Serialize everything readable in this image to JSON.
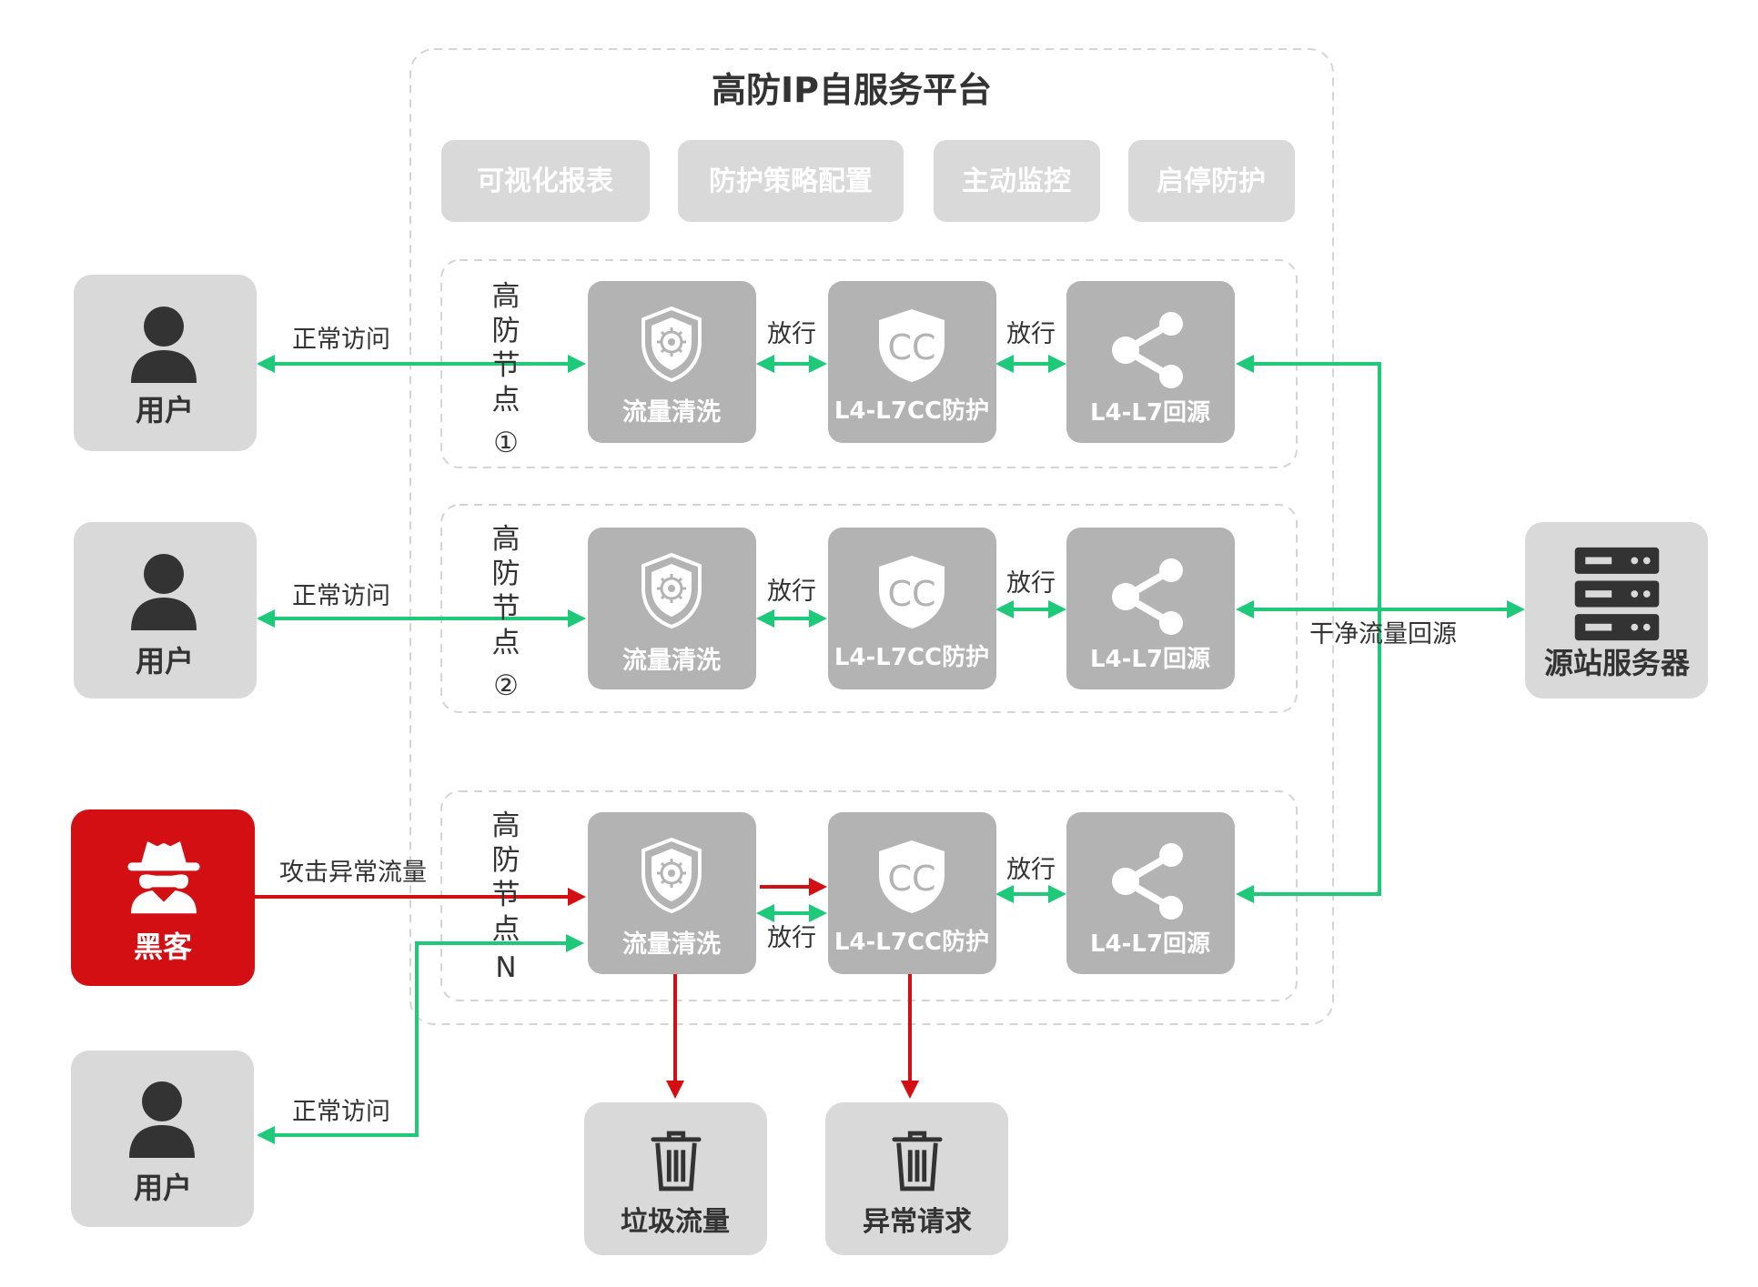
{
  "platform": {
    "title": "高防IP自服务平台",
    "features": [
      "可视化报表",
      "防护策略配置",
      "主动监控",
      "启停防护"
    ]
  },
  "nodes": [
    {
      "label_chars": [
        "高",
        "防",
        "节",
        "点",
        "①"
      ],
      "modules": [
        "流量清洗",
        "L4-L7CC防护",
        "L4-L7回源"
      ],
      "pass_labels": [
        "放行",
        "放行"
      ]
    },
    {
      "label_chars": [
        "高",
        "防",
        "节",
        "点",
        "②"
      ],
      "modules": [
        "流量清洗",
        "L4-L7CC防护",
        "L4-L7回源"
      ],
      "pass_labels": [
        "放行",
        "放行"
      ]
    },
    {
      "label_chars": [
        "高",
        "防",
        "节",
        "点",
        "N"
      ],
      "modules": [
        "流量清洗",
        "L4-L7CC防护",
        "L4-L7回源"
      ],
      "pass_labels": [
        "放行",
        "放行"
      ]
    }
  ],
  "cc_glyph": "CC",
  "actors": {
    "user_label": "用户",
    "hacker_label": "黑客",
    "server_label": "源站服务器"
  },
  "flows": {
    "normal_access": "正常访问",
    "attack_traffic": "攻击异常流量",
    "clean_return": "干净流量回源"
  },
  "sinks": [
    "垃圾流量",
    "异常请求"
  ],
  "colors": {
    "normal_flow": "#1fc97a",
    "attack_flow": "#d40f14",
    "hacker_box": "#d40f14",
    "module_box": "#b3b3b3",
    "actor_box": "#d9d9d9"
  }
}
